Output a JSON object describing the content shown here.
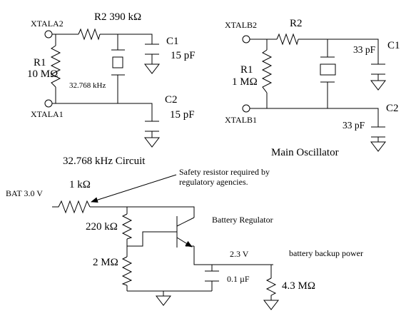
{
  "xtal_circuit": {
    "title": "32.768 kHz Circuit",
    "pin_top": "XTALA2",
    "pin_bottom": "XTALA1",
    "r1_name": "R1",
    "r1_value": "10 MΩ",
    "r2_label": "R2 390 kΩ",
    "crystal_freq": "32.768 kHz",
    "c1_name": "C1",
    "c1_value": "15 pF",
    "c2_name": "C2",
    "c2_value": "15 pF"
  },
  "main_oscillator": {
    "title": "Main Oscillator",
    "pin_top": "XTALB2",
    "pin_bottom": "XTALB1",
    "r1_name": "R1",
    "r1_value": "1 MΩ",
    "r2_name": "R2",
    "c1_name": "C1",
    "c1_value": "33 pF",
    "c2_name": "C2",
    "c2_value": "33 pF"
  },
  "battery_regulator": {
    "title": "Battery Regulator",
    "bat_label": "BAT 3.0 V",
    "safety_resistor_value": "1 kΩ",
    "safety_note_line1": "Safety resistor required by",
    "safety_note_line2": "regulatory agencies.",
    "r_top_value": "220 kΩ",
    "r_bottom_value": "2 MΩ",
    "output_voltage": "2.3 V",
    "output_label": "battery backup power",
    "cap_value": "0.1 µF",
    "load_resistor_value": "4.3 MΩ"
  }
}
